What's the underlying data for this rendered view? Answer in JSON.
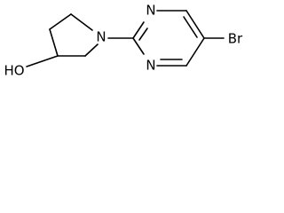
{
  "molecule": {
    "atoms": {
      "n_pyrrolidine": "N",
      "oh": "HO",
      "n_pyrimidine_top": "N",
      "n_pyrimidine_bottom": "N",
      "br": "Br"
    }
  },
  "colors": {
    "bond": "#000000",
    "label": "#000000",
    "background": "#ffffff"
  }
}
